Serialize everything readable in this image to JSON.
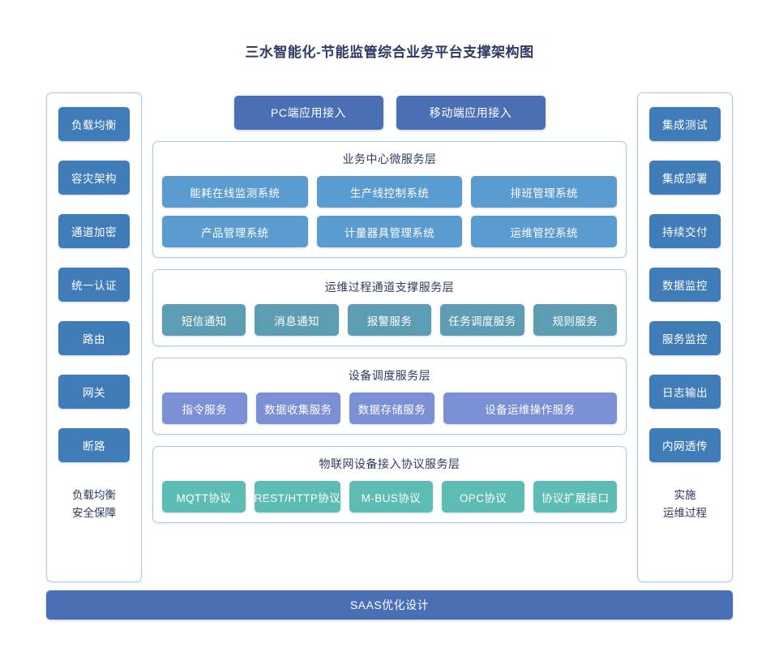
{
  "title": "三水智能化-节能监管综合业务平台支撑架构图",
  "colors": {
    "title_text": "#2d3a63",
    "sidebar_button": "#3f7cb8",
    "access_bar": "#4a6fb5",
    "business_chip": "#5a9bd0",
    "channel_chip": "#5c9db3",
    "device_chip": "#7b8fd4",
    "iot_chip": "#5dbcb4",
    "card_border": "#a9c9e4",
    "saas_bar": "#4a6fb5"
  },
  "left_column": {
    "items": [
      {
        "label": "负载均衡"
      },
      {
        "label": "容灾架构"
      },
      {
        "label": "通道加密"
      },
      {
        "label": "统一认证"
      },
      {
        "label": "路由"
      },
      {
        "label": "网关"
      },
      {
        "label": "断路"
      }
    ],
    "caption_line1": "负载均衡",
    "caption_line2": "安全保障"
  },
  "right_column": {
    "items": [
      {
        "label": "集成测试"
      },
      {
        "label": "集成部署"
      },
      {
        "label": "持续交付"
      },
      {
        "label": "数据监控"
      },
      {
        "label": "服务监控"
      },
      {
        "label": "日志输出"
      },
      {
        "label": "内网透传"
      }
    ],
    "caption_line1": "实施",
    "caption_line2": "运维过程"
  },
  "access_bars": [
    {
      "label": "PC端应用接入"
    },
    {
      "label": "移动端应用接入"
    }
  ],
  "layers": [
    {
      "title": "业务中心微服务层",
      "rows": [
        [
          {
            "label": "能耗在线监测系统"
          },
          {
            "label": "生产线控制系统"
          },
          {
            "label": "排班管理系统"
          }
        ],
        [
          {
            "label": "产品管理系统"
          },
          {
            "label": "计量器具管理系统"
          },
          {
            "label": "运维管控系统"
          }
        ]
      ]
    },
    {
      "title": "运维过程通道支撑服务层",
      "rows": [
        [
          {
            "label": "短信通知"
          },
          {
            "label": "消息通知"
          },
          {
            "label": "报警服务"
          },
          {
            "label": "任务调度服务"
          },
          {
            "label": "规则服务"
          }
        ]
      ]
    },
    {
      "title": "设备调度服务层",
      "rows": [
        [
          {
            "label": "指令服务"
          },
          {
            "label": "数据收集服务"
          },
          {
            "label": "数据存储服务"
          },
          {
            "label": "设备运维操作服务"
          }
        ]
      ]
    },
    {
      "title": "物联网设备接入协议服务层",
      "rows": [
        [
          {
            "label": "MQTT协议"
          },
          {
            "label": "REST/HTTP协议"
          },
          {
            "label": "M-BUS协议"
          },
          {
            "label": "OPC协议"
          },
          {
            "label": "协议扩展接口"
          }
        ]
      ]
    }
  ],
  "bottom_bar": {
    "label": "SAAS优化设计"
  }
}
